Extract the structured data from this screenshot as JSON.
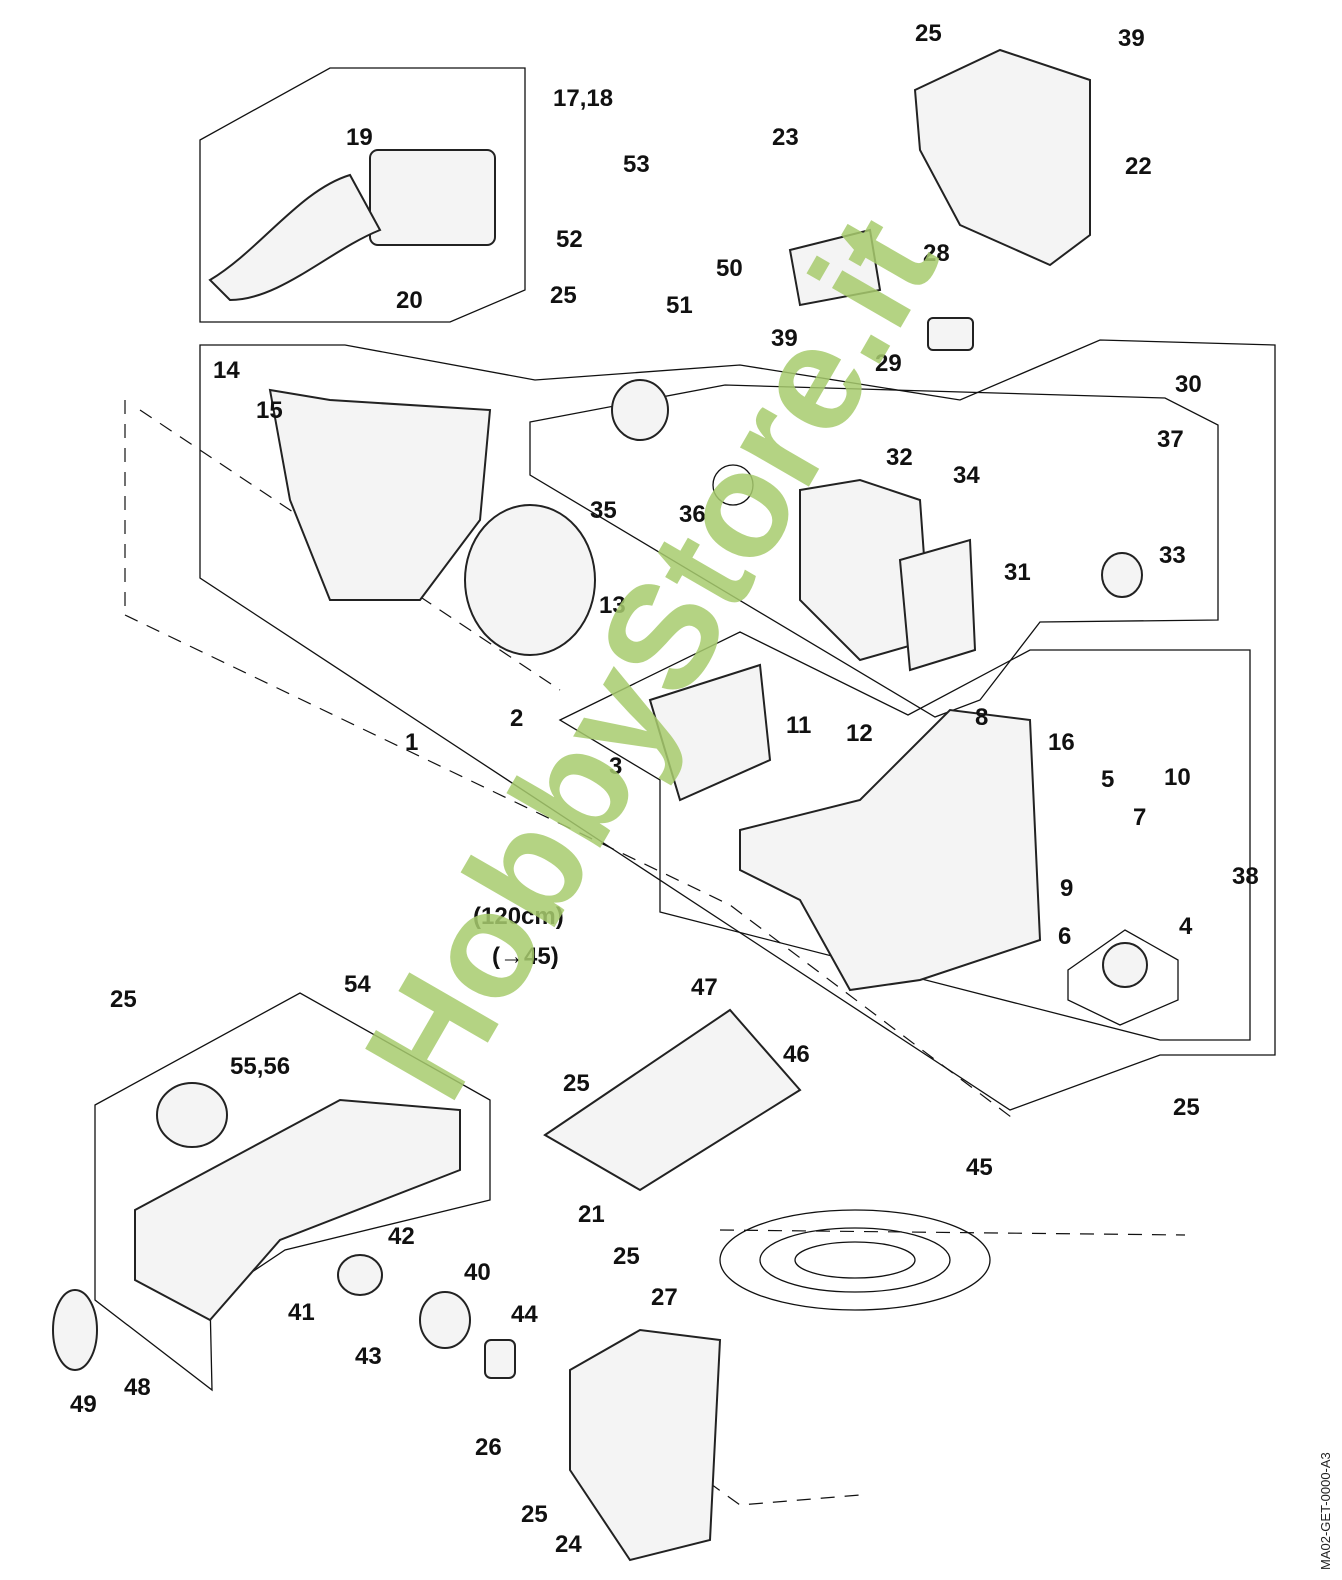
{
  "diagram": {
    "title": "Exploded parts diagram",
    "watermark": "HobbyStore.it",
    "drawing_code": "MA02-GET-0000-A3",
    "annotations": {
      "length_note": "(120cm)",
      "ref_note": "(→45)"
    },
    "callouts": [
      {
        "id": "c-1",
        "text": "1"
      },
      {
        "id": "c-2",
        "text": "2"
      },
      {
        "id": "c-3",
        "text": "3"
      },
      {
        "id": "c-4",
        "text": "4"
      },
      {
        "id": "c-5",
        "text": "5"
      },
      {
        "id": "c-6",
        "text": "6"
      },
      {
        "id": "c-7",
        "text": "7"
      },
      {
        "id": "c-8",
        "text": "8"
      },
      {
        "id": "c-9",
        "text": "9"
      },
      {
        "id": "c-10",
        "text": "10"
      },
      {
        "id": "c-11",
        "text": "11"
      },
      {
        "id": "c-12",
        "text": "12"
      },
      {
        "id": "c-13",
        "text": "13"
      },
      {
        "id": "c-14",
        "text": "14"
      },
      {
        "id": "c-15",
        "text": "15"
      },
      {
        "id": "c-16",
        "text": "16"
      },
      {
        "id": "c-17-18",
        "text": "17,18"
      },
      {
        "id": "c-19",
        "text": "19"
      },
      {
        "id": "c-20",
        "text": "20"
      },
      {
        "id": "c-21",
        "text": "21"
      },
      {
        "id": "c-22",
        "text": "22"
      },
      {
        "id": "c-23",
        "text": "23"
      },
      {
        "id": "c-24",
        "text": "24"
      },
      {
        "id": "c-25a",
        "text": "25"
      },
      {
        "id": "c-25b",
        "text": "25"
      },
      {
        "id": "c-25c",
        "text": "25"
      },
      {
        "id": "c-25d",
        "text": "25"
      },
      {
        "id": "c-25e",
        "text": "25"
      },
      {
        "id": "c-25f",
        "text": "25"
      },
      {
        "id": "c-25g",
        "text": "25"
      },
      {
        "id": "c-26",
        "text": "26"
      },
      {
        "id": "c-27",
        "text": "27"
      },
      {
        "id": "c-28",
        "text": "28"
      },
      {
        "id": "c-29",
        "text": "29"
      },
      {
        "id": "c-30",
        "text": "30"
      },
      {
        "id": "c-31",
        "text": "31"
      },
      {
        "id": "c-32",
        "text": "32"
      },
      {
        "id": "c-33",
        "text": "33"
      },
      {
        "id": "c-34",
        "text": "34"
      },
      {
        "id": "c-35",
        "text": "35"
      },
      {
        "id": "c-36",
        "text": "36"
      },
      {
        "id": "c-37",
        "text": "37"
      },
      {
        "id": "c-38",
        "text": "38"
      },
      {
        "id": "c-39a",
        "text": "39"
      },
      {
        "id": "c-39b",
        "text": "39"
      },
      {
        "id": "c-40",
        "text": "40"
      },
      {
        "id": "c-41",
        "text": "41"
      },
      {
        "id": "c-42",
        "text": "42"
      },
      {
        "id": "c-43",
        "text": "43"
      },
      {
        "id": "c-44",
        "text": "44"
      },
      {
        "id": "c-45",
        "text": "45"
      },
      {
        "id": "c-46",
        "text": "46"
      },
      {
        "id": "c-47",
        "text": "47"
      },
      {
        "id": "c-48",
        "text": "48"
      },
      {
        "id": "c-49",
        "text": "49"
      },
      {
        "id": "c-50",
        "text": "50"
      },
      {
        "id": "c-51",
        "text": "51"
      },
      {
        "id": "c-52",
        "text": "52"
      },
      {
        "id": "c-53",
        "text": "53"
      },
      {
        "id": "c-54",
        "text": "54"
      },
      {
        "id": "c-55-56",
        "text": "55,56"
      }
    ]
  }
}
